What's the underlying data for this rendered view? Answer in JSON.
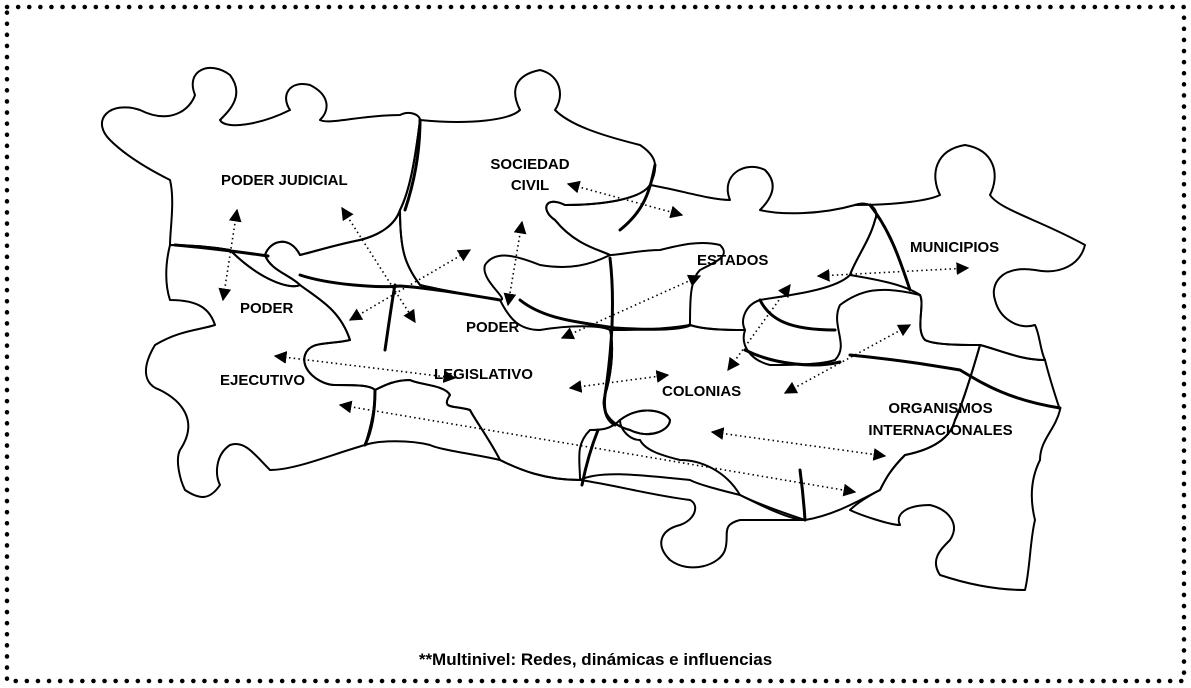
{
  "labels": {
    "poder_judicial": "PODER JUDICIAL",
    "sociedad": "SOCIEDAD",
    "civil": "CIVIL",
    "estados": "ESTADOS",
    "municipios": "MUNICIPIOS",
    "poder_1": "PODER",
    "ejecutivo": "EJECUTIVO",
    "poder_2": "PODER",
    "legislativo": "LEGISLATIVO",
    "colonias": "COLONIAS",
    "organismos": "ORGANISMOS",
    "internacionales": "INTERNACIONALES"
  },
  "caption": "**Multinivel: Redes, dinámicas e influencias",
  "colors": {
    "stroke": "#000000",
    "background": "#ffffff"
  }
}
